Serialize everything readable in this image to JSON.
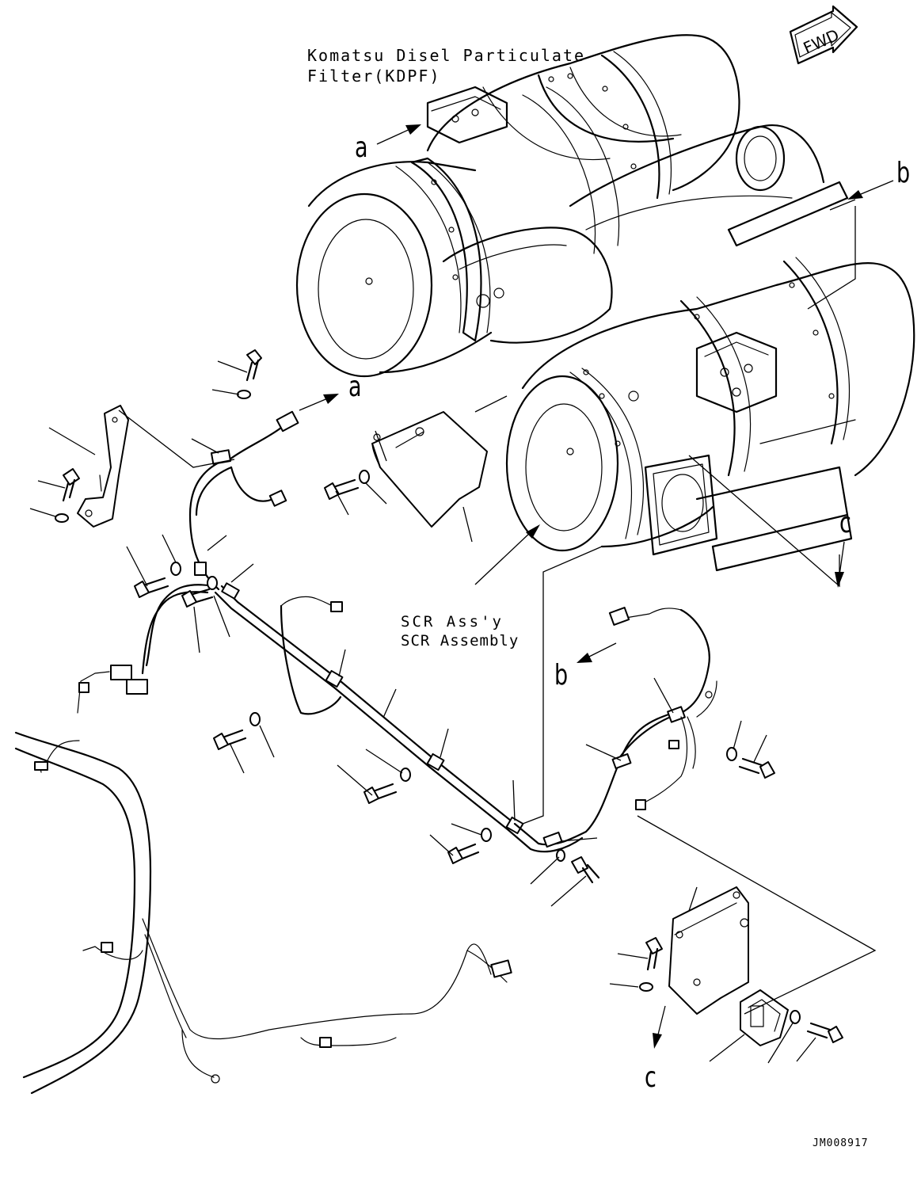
{
  "labels": {
    "kdpf_title_line1": "Komatsu Disel Particulate",
    "kdpf_title_line2": "Filter(KDPF)",
    "scr_line1": "SCR Ass'y",
    "scr_line2": "SCR Assembly",
    "fwd": "FWD",
    "callout_a_top": "a",
    "callout_a_mid": "a",
    "callout_b_right": "b",
    "callout_b_left": "b",
    "callout_c_right": "c",
    "callout_c_bottom": "c",
    "drawing_code": "JM008917"
  },
  "colors": {
    "line": "#000000",
    "background": "#ffffff"
  }
}
